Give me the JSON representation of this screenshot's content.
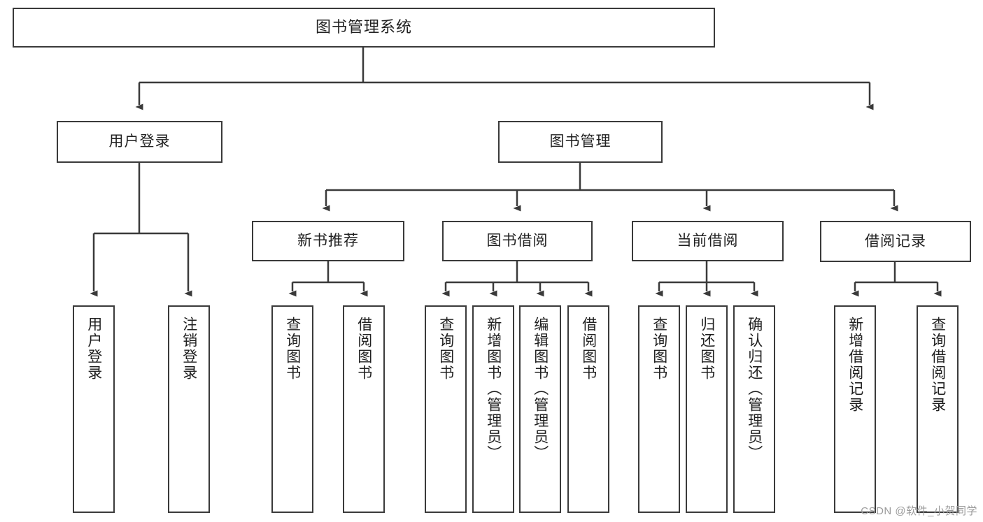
{
  "diagram": {
    "title": "图书管理系统",
    "type": "hierarchy-tree",
    "root": {
      "id": "root",
      "label": "图书管理系统"
    },
    "level1": [
      {
        "id": "user-login",
        "label": "用户登录"
      },
      {
        "id": "book-management",
        "label": "图书管理"
      }
    ],
    "level2": [
      {
        "id": "new-book-recommend",
        "label": "新书推荐",
        "parent": "book-management"
      },
      {
        "id": "book-borrow",
        "label": "图书借阅",
        "parent": "book-management"
      },
      {
        "id": "current-borrow",
        "label": "当前借阅",
        "parent": "book-management"
      },
      {
        "id": "borrow-record",
        "label": "借阅记录",
        "parent": "book-management"
      }
    ],
    "leaves": [
      {
        "id": "leaf-user-login",
        "label": "用户登录",
        "parent": "user-login"
      },
      {
        "id": "leaf-user-logout",
        "label": "注销登录",
        "parent": "user-login"
      },
      {
        "id": "leaf-query-book-1",
        "label": "查询图书",
        "parent": "new-book-recommend"
      },
      {
        "id": "leaf-borrow-book-1",
        "label": "借阅图书",
        "parent": "new-book-recommend"
      },
      {
        "id": "leaf-query-book-2",
        "label": "查询图书",
        "parent": "book-borrow"
      },
      {
        "id": "leaf-add-book",
        "label": "新增图书（管理员）",
        "parent": "book-borrow"
      },
      {
        "id": "leaf-edit-book",
        "label": "编辑图书（管理员）",
        "parent": "book-borrow"
      },
      {
        "id": "leaf-borrow-book-2",
        "label": "借阅图书",
        "parent": "book-borrow"
      },
      {
        "id": "leaf-query-book-3",
        "label": "查询图书",
        "parent": "current-borrow"
      },
      {
        "id": "leaf-return-book",
        "label": "归还图书",
        "parent": "current-borrow"
      },
      {
        "id": "leaf-confirm-return",
        "label": "确认归还（管理员）",
        "parent": "current-borrow"
      },
      {
        "id": "leaf-add-record",
        "label": "新增借阅记录",
        "parent": "borrow-record"
      },
      {
        "id": "leaf-query-record",
        "label": "查询借阅记录",
        "parent": "borrow-record"
      }
    ]
  },
  "watermark": {
    "text": "CSDN @软件_小贺同学"
  },
  "colors": {
    "stroke": "#3a3a3a",
    "text": "#202020",
    "background": "#ffffff",
    "watermark": "#9b9b9b"
  }
}
